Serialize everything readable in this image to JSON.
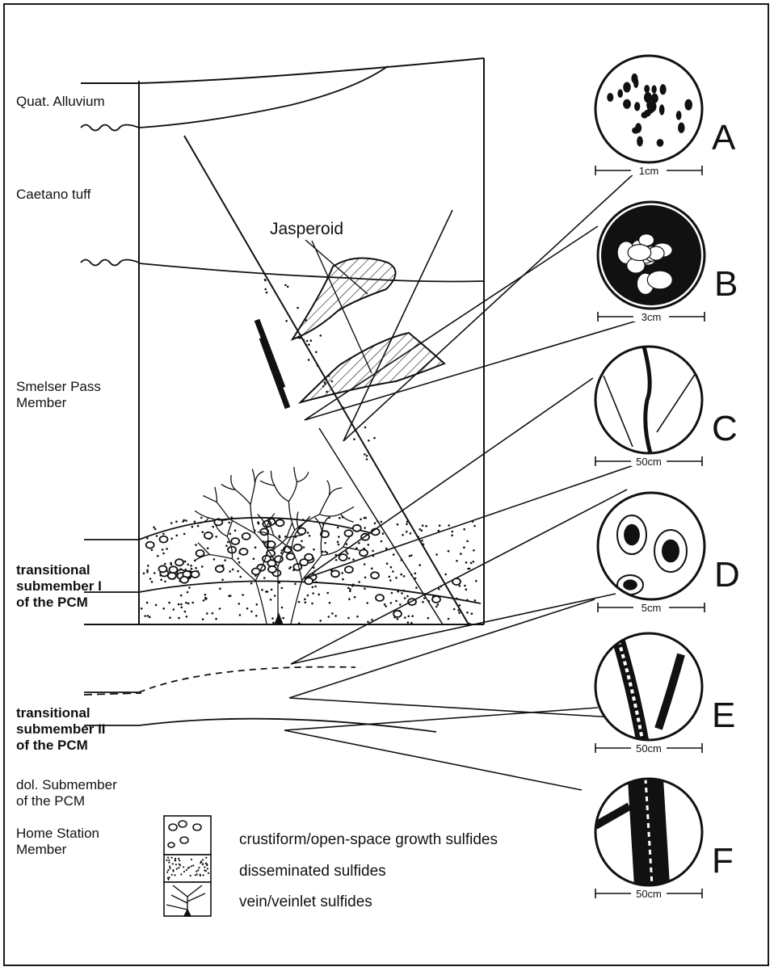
{
  "strata_labels": [
    {
      "lines": [
        "Quat. Alluvium"
      ],
      "bold": false
    },
    {
      "lines": [
        "Caetano tuff"
      ],
      "bold": false
    },
    {
      "lines": [
        "Smelser Pass",
        "Member"
      ],
      "bold": false
    },
    {
      "lines": [
        "transitional",
        "submember I",
        "of the PCM"
      ],
      "bold": true
    },
    {
      "lines": [
        "transitional",
        "submember II",
        "of the PCM"
      ],
      "bold": true
    },
    {
      "lines": [
        "dol. Submember",
        "of the PCM"
      ],
      "bold": false
    },
    {
      "lines": [
        "Home Station",
        "Member"
      ],
      "bold": false
    }
  ],
  "jasperoid_label": "Jasperoid",
  "insets": [
    {
      "letter": "A",
      "scale": "1cm"
    },
    {
      "letter": "B",
      "scale": "3cm"
    },
    {
      "letter": "C",
      "scale": "50cm"
    },
    {
      "letter": "D",
      "scale": "5cm"
    },
    {
      "letter": "E",
      "scale": "50cm"
    },
    {
      "letter": "F",
      "scale": "50cm"
    }
  ],
  "legend": {
    "crustiform": "crustiform/open-space growth sulfides",
    "disseminated": "disseminated sulfides",
    "vein": "vein/veinlet sulfides"
  }
}
